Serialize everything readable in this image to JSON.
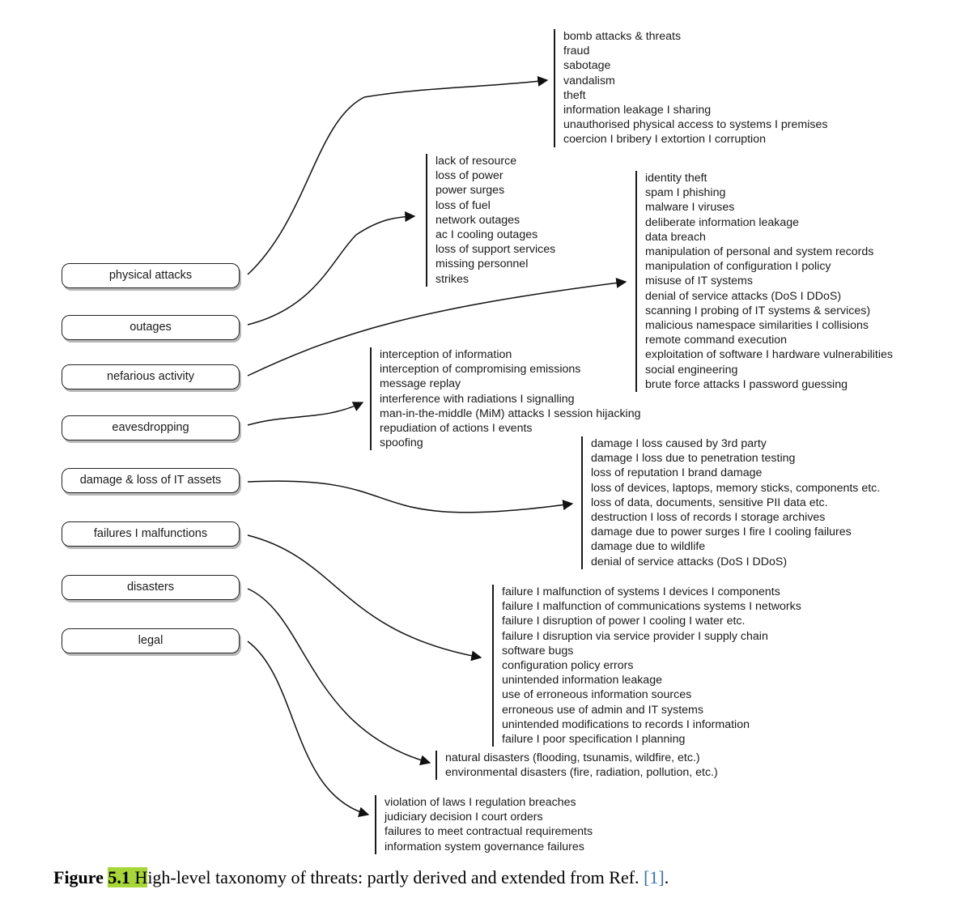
{
  "categories": [
    "physical attacks",
    "outages",
    "nefarious activity",
    "eavesdropping",
    "damage & loss of IT assets",
    "failures I malfunctions",
    "disasters",
    "legal"
  ],
  "threats": {
    "physical_attacks": [
      "bomb attacks & threats",
      "fraud",
      "sabotage",
      "vandalism",
      "theft",
      "information leakage I sharing",
      "unauthorised physical access to systems I premises",
      "coercion I bribery I extortion I corruption"
    ],
    "outages": [
      "lack of resource",
      "loss of power",
      "power surges",
      "loss of fuel",
      "network outages",
      "ac I cooling outages",
      "loss of support services",
      "missing personnel",
      "strikes"
    ],
    "nefarious_activity": [
      "identity theft",
      "spam I phishing",
      "malware I viruses",
      "deliberate information leakage",
      "data breach",
      "manipulation of personal and system records",
      "manipulation of configuration I policy",
      "misuse of IT systems",
      "denial of service attacks (DoS I DDoS)",
      "scanning I probing of IT systems & services)",
      "malicious namespace similarities I collisions",
      "remote command execution",
      "exploitation of software I hardware vulnerabilities",
      "social engineering",
      "brute force attacks I password guessing"
    ],
    "eavesdropping": [
      "interception of information",
      "interception of compromising emissions",
      "message replay",
      "interference with radiations I signalling",
      "man-in-the-middle (MiM) attacks I session hijacking",
      "repudiation of actions I events",
      "spoofing"
    ],
    "damage_loss": [
      "damage I loss caused by 3rd party",
      "damage I loss due to penetration testing",
      "loss of reputation I brand damage",
      "loss of devices, laptops, memory sticks, components etc.",
      "loss of data, documents, sensitive PII data etc.",
      "destruction I loss of records I storage archives",
      "damage due to power surges I fire I cooling failures",
      "damage due to wildlife",
      "denial of service attacks (DoS I DDoS)"
    ],
    "failures": [
      "failure I malfunction of systems I devices I components",
      "failure I malfunction of communications systems I networks",
      "failure I disruption of power I cooling I water etc.",
      "failure I disruption via service provider  I supply chain",
      "software bugs",
      "configuration policy errors",
      "unintended information leakage",
      "use of erroneous information sources",
      "erroneous use of admin and IT systems",
      "unintended modifications to records I information",
      "failure I poor specification I planning"
    ],
    "disasters": [
      "natural disasters (flooding, tsunamis, wildfire, etc.)",
      "environmental disasters (fire, radiation, pollution, etc.)"
    ],
    "legal": [
      "violation of laws I regulation breaches",
      "judiciary decision I court orders",
      "failures to meet contractual requirements",
      "information system governance failures"
    ]
  },
  "caption": {
    "label": "Figure",
    "number": "5.1",
    "first_letter": "H",
    "text": "igh-level taxonomy of threats: partly derived and extended from Ref.",
    "ref": "[1]",
    "end": ".",
    "highlight_color": "#a8d53a",
    "ref_color": "#3a6fb0"
  }
}
